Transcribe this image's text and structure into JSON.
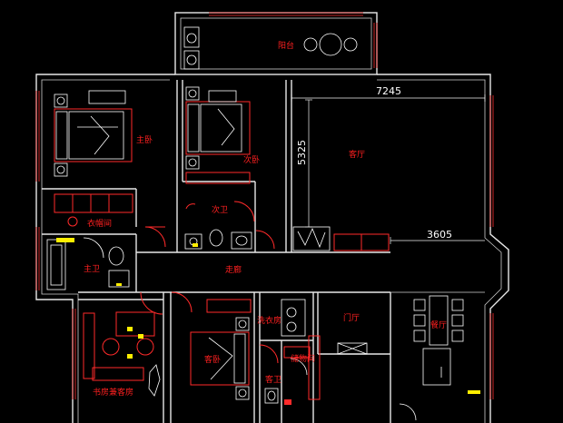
{
  "rooms": {
    "balcony": "阳台",
    "master_bedroom": "主卧",
    "second_bedroom": "次卧",
    "living_room": "客厅",
    "cloakroom": "衣帽间",
    "second_bath": "次卫",
    "master_bath": "主卫",
    "corridor": "走廊",
    "foyer": "门厅",
    "dining": "餐厅",
    "study": "书房兼客房",
    "guest_bedroom": "客卧",
    "laundry": "洗衣房",
    "storage": "储物间",
    "guest_bath": "客卫"
  },
  "dimensions": {
    "living_width": "7245",
    "living_depth": "5325",
    "side_width": "3605"
  },
  "colors": {
    "background": "#000000",
    "walls": "#e8e8e8",
    "fixtures": "#ff2a2a",
    "labels": "#ff2020",
    "highlight": "#ffee00"
  }
}
